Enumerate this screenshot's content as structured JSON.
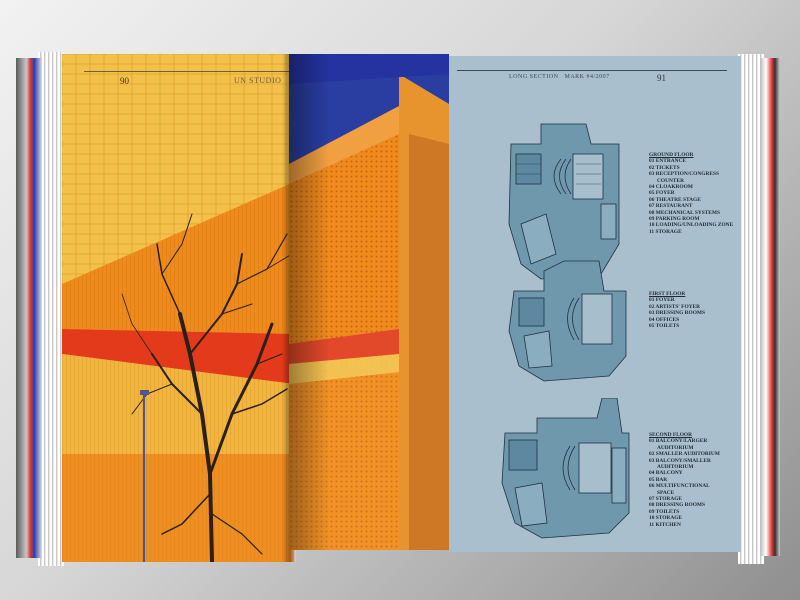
{
  "left_page": {
    "page_number": "90",
    "running_head": "UN STUDIO"
  },
  "right_page": {
    "running_head": "LONG SECTION",
    "running_head_extra": "MARK #4/2007",
    "page_number": "91"
  },
  "floor_plans": [
    {
      "title": "GROUND FLOOR",
      "items": [
        "01 ENTRANCE",
        "02 TICKETS",
        "03 RECEPTION/CONGRESS",
        "COUNTER",
        "04 CLOAKROOM",
        "05 FOYER",
        "06 THEATRE STAGE",
        "07 RESTAURANT",
        "08 MECHANICAL SYSTEMS",
        "09 PARKING ROOM",
        "10 LOADING/UNLOADING ZONE",
        "11 STORAGE"
      ]
    },
    {
      "title": "FIRST FLOOR",
      "items": [
        "01 FOYER",
        "02 ARTISTS' FOYER",
        "03 DRESSING ROOMS",
        "04 OFFICES",
        "05 TOILETS"
      ]
    },
    {
      "title": "SECOND FLOOR",
      "items": [
        "01 BALCONY/LARGER",
        "AUDITORIUM",
        "02 SMALLER AUDITORIUM",
        "03 BALCONY/SMALLER",
        "AUDITORIUM",
        "04 BALCONY",
        "05 BAR",
        "06 MULTIFUNCTIONAL",
        "SPACE",
        "07 STORAGE",
        "08 DRESSING ROOMS",
        "09 TOILETS",
        "10 STORAGE",
        "11 KITCHEN"
      ]
    }
  ],
  "colors": {
    "facade_yellow": "#f3c04a",
    "facade_orange": "#ef8a1c",
    "facade_red": "#e23a1a",
    "sky_blue": "#2a3da0",
    "plan_paper": "#a9bfcd",
    "plan_fill": "#6f98ad"
  }
}
